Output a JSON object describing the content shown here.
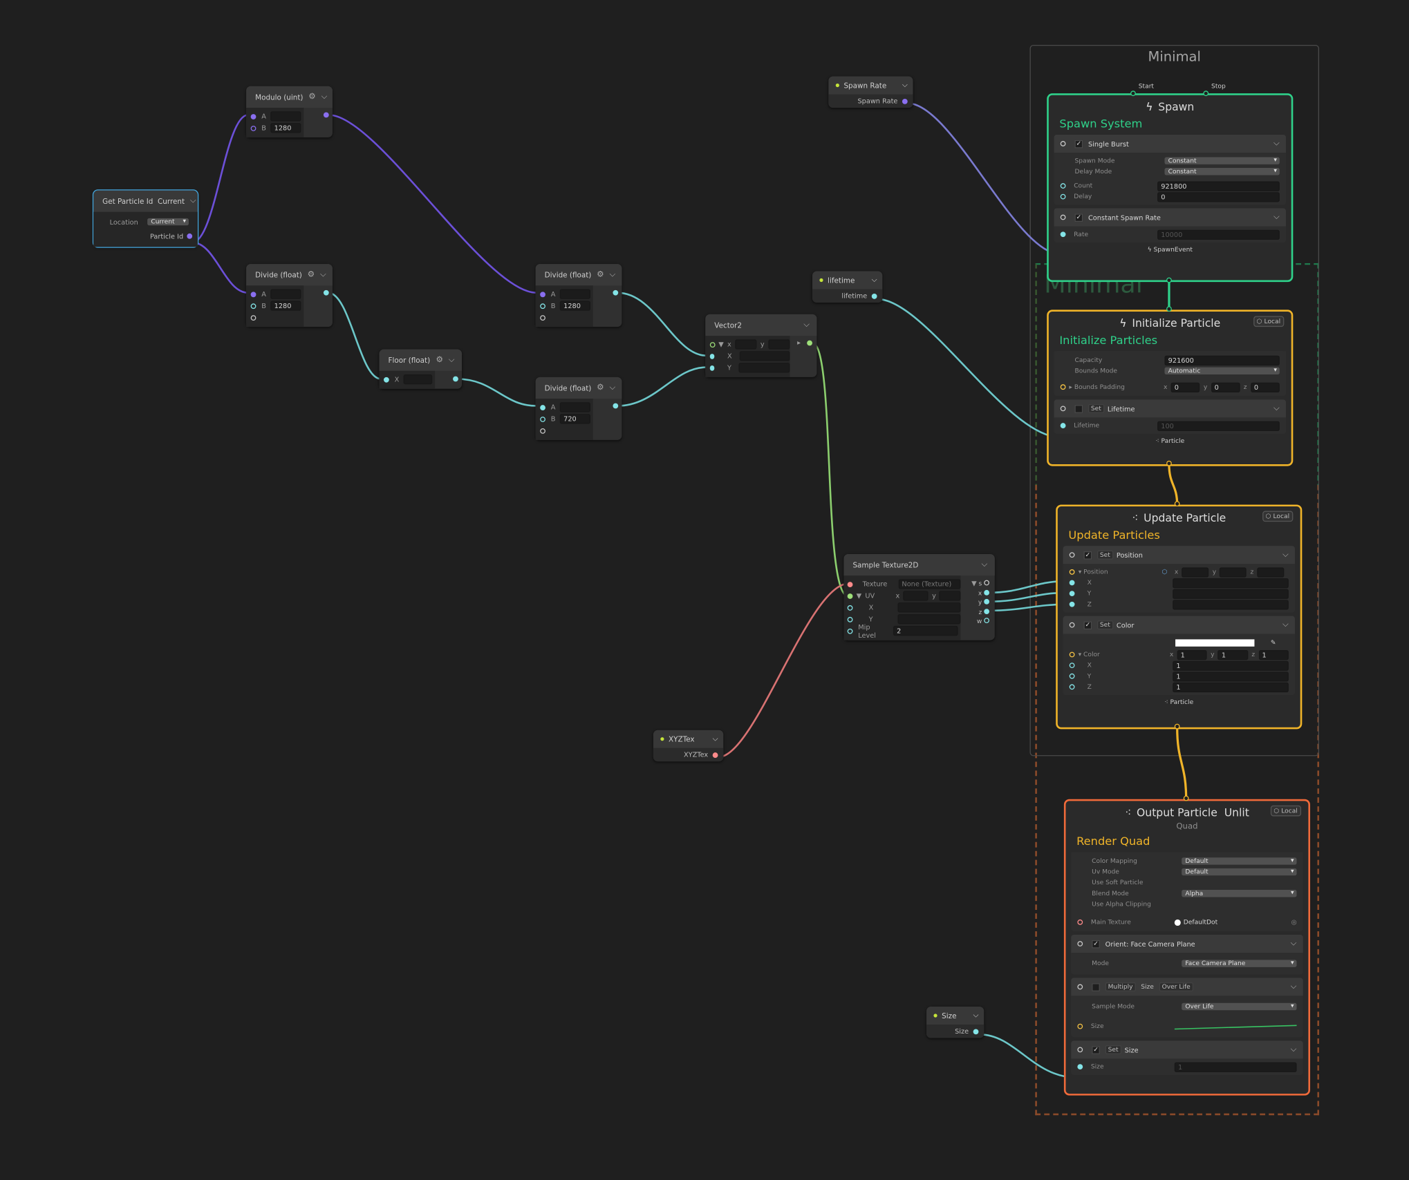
{
  "system": {
    "title": "Minimal",
    "ghost_title": "Minimal"
  },
  "nodes": {
    "get_particle_id": {
      "title": "Get Particle Id",
      "mode": "Current",
      "location_label": "Location",
      "location_value": "Current",
      "output_label": "Particle Id"
    },
    "modulo": {
      "title": "Modulo (uint)",
      "a_label": "A",
      "b_label": "B",
      "b_value": "1280"
    },
    "divide1": {
      "title": "Divide (float)",
      "a_label": "A",
      "b_label": "B",
      "b_value": "1280"
    },
    "floor": {
      "title": "Floor (float)",
      "x_label": "X"
    },
    "divide2": {
      "title": "Divide (float)",
      "a_label": "A",
      "b_label": "B",
      "b_value": "1280"
    },
    "divide3": {
      "title": "Divide (float)",
      "a_label": "A",
      "b_label": "B",
      "b_value": "720"
    },
    "vector2": {
      "title": "Vector2",
      "x": "x",
      "y": "y",
      "X": "X",
      "Y": "Y"
    },
    "sample_texture": {
      "title": "Sample Texture2D",
      "texture_label": "Texture",
      "texture_value": "None (Texture)",
      "uv_label": "UV",
      "x": "x",
      "y": "y",
      "X": "X",
      "Y": "Y",
      "mip_label": "Mip Level",
      "mip_value": "2",
      "out_s": "s",
      "out_x": "x",
      "out_y": "y",
      "out_z": "z",
      "out_w": "w"
    }
  },
  "properties": {
    "spawn_rate": {
      "name": "Spawn Rate",
      "out": "Spawn Rate"
    },
    "lifetime": {
      "name": "lifetime",
      "out": "lifetime"
    },
    "xyztex": {
      "name": "XYZTex",
      "out": "XYZTex"
    },
    "size": {
      "name": "Size",
      "out": "Size"
    }
  },
  "spawn": {
    "start": "Start",
    "stop": "Stop",
    "title": "Spawn",
    "subtitle": "Spawn System",
    "single_burst": "Single Burst",
    "spawn_mode_label": "Spawn Mode",
    "spawn_mode": "Constant",
    "delay_mode_label": "Delay Mode",
    "delay_mode": "Constant",
    "count_label": "Count",
    "count": "921800",
    "delay_label": "Delay",
    "delay": "0",
    "constant_rate": "Constant Spawn Rate",
    "rate_label": "Rate",
    "rate": "10000",
    "event": "SpawnEvent"
  },
  "initialize": {
    "title": "Initialize Particle",
    "subtitle": "Initialize Particles",
    "local": "Local",
    "capacity_label": "Capacity",
    "capacity": "921600",
    "bounds_mode_label": "Bounds Mode",
    "bounds_mode": "Automatic",
    "bounds_padding_label": "Bounds Padding",
    "bp_x": "x",
    "bp_x_val": "0",
    "bp_y": "y",
    "bp_y_val": "0",
    "bp_z": "z",
    "bp_z_val": "0",
    "set": "Set",
    "lifetime_block": "Lifetime",
    "lifetime_label": "Lifetime",
    "lifetime_value": "100",
    "flow": "Particle"
  },
  "update": {
    "title": "Update Particle",
    "subtitle": "Update Particles",
    "local": "Local",
    "set": "Set",
    "position_block": "Position",
    "position_label": "Position",
    "px": "x",
    "py": "y",
    "pz": "z",
    "X": "X",
    "Y": "Y",
    "Z": "Z",
    "color_block": "Color",
    "color_label": "Color",
    "cx": "x",
    "cx_val": "1",
    "cy": "y",
    "cy_val": "1",
    "cz": "z",
    "cz_val": "1",
    "X_val": "1",
    "Y_val": "1",
    "Z_val": "1",
    "flow": "Particle"
  },
  "output": {
    "title": "Output Particle",
    "unlit": "Unlit",
    "sub": "Quad",
    "subtitle": "Render Quad",
    "local": "Local",
    "color_mapping_label": "Color Mapping",
    "color_mapping": "Default",
    "uv_mode_label": "Uv Mode",
    "uv_mode": "Default",
    "soft_label": "Use Soft Particle",
    "blend_label": "Blend Mode",
    "blend": "Alpha",
    "alpha_clip_label": "Use Alpha Clipping",
    "main_tex_label": "Main Texture",
    "main_tex": "DefaultDot",
    "orient_block": "Orient: Face Camera Plane",
    "mode_label": "Mode",
    "mode": "Face Camera Plane",
    "multiply": "Multiply",
    "size": "Size",
    "over_life": "Over Life",
    "sample_mode_label": "Sample Mode",
    "sample_mode": "Over Life",
    "size_label": "Size",
    "set": "Set",
    "set_size": "Size",
    "size2_label": "Size",
    "size2_value": "1"
  },
  "colors": {
    "spawn": "#2fd18a",
    "init": "#f0b429",
    "update": "#f0b429",
    "output": "#f06a3a",
    "uint": "#8a6ff0",
    "float": "#84e4e7",
    "vector2": "#9ee07a",
    "texture": "#ff8b8b"
  }
}
